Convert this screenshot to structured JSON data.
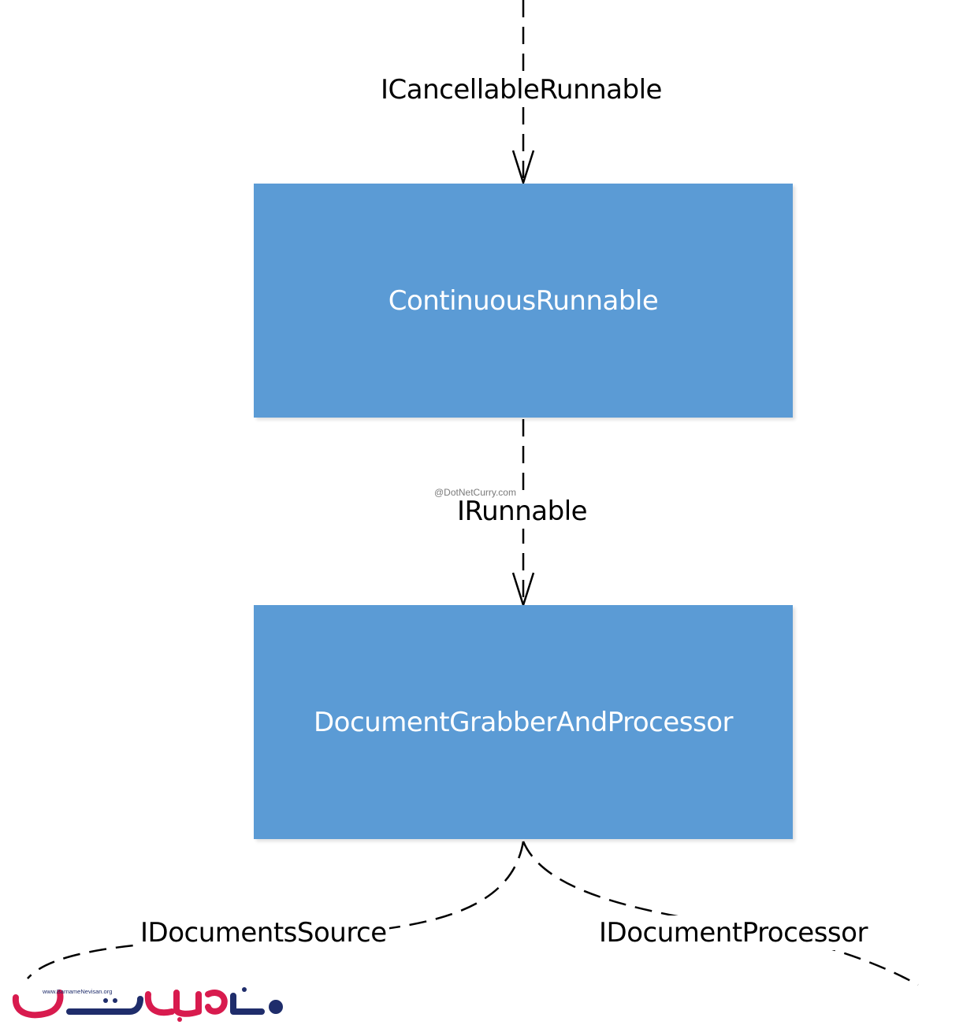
{
  "nodes": {
    "continuous_runnable": "ContinuousRunnable",
    "document_grabber": "DocumentGrabberAndProcessor"
  },
  "edges": {
    "icancellable_runnable": "ICancellableRunnable",
    "irunnable": "IRunnable",
    "idocuments_source": "IDocumentsSource",
    "idocument_processor": "IDocumentProcessor"
  },
  "watermark": "@DotNetCurry.com",
  "logo": {
    "url_text": "www.BarnameNevisan.org",
    "brand_text": "برنامه نویسان",
    "colors": {
      "red": "#d81b4e",
      "navy": "#1f2d6b"
    }
  },
  "colors": {
    "box_fill": "#5b9bd5",
    "box_text": "#ffffff",
    "line": "#000000"
  }
}
